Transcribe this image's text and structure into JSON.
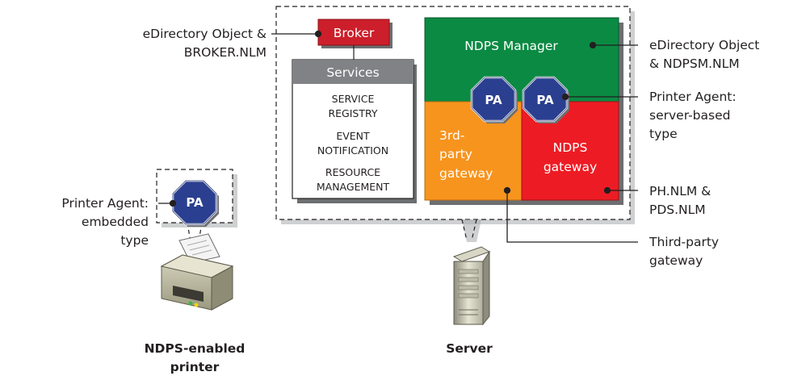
{
  "broker": {
    "label": "Broker",
    "callout_line1": "eDirectory Object &",
    "callout_line2": "BROKER.NLM"
  },
  "services": {
    "header": "Services",
    "items": [
      [
        "SERVICE",
        "REGISTRY"
      ],
      [
        "EVENT",
        "NOTIFICATION"
      ],
      [
        "RESOURCE",
        "MANAGEMENT"
      ]
    ]
  },
  "ndps_manager": {
    "label": "NDPS Manager",
    "callout_line1": "eDirectory Object",
    "callout_line2": "& NDPSM.NLM"
  },
  "third_party_gateway_box": {
    "lines": [
      "3rd-",
      "party",
      "gateway"
    ]
  },
  "ndps_gateway_box": {
    "lines": [
      "NDPS",
      "gateway"
    ]
  },
  "pa_label": "PA",
  "callouts": {
    "server_pa": [
      "Printer Agent:",
      "server-based",
      "type"
    ],
    "ph_nlm": [
      "PH.NLM &",
      "PDS.NLM"
    ],
    "third_party": [
      "Third-party",
      "gateway"
    ],
    "embedded_pa": [
      "Printer Agent:",
      "embedded",
      "type"
    ]
  },
  "devices": {
    "printer_caption": [
      "NDPS-enabled",
      "printer"
    ],
    "server_caption": "Server"
  },
  "colors": {
    "broker_red": "#cc1f2b",
    "manager_green": "#0b8a43",
    "third_party_orange": "#f7941d",
    "ndps_gateway_red": "#ed1c24",
    "pa_blue": "#2a3f8f",
    "services_gray": "#808285"
  }
}
